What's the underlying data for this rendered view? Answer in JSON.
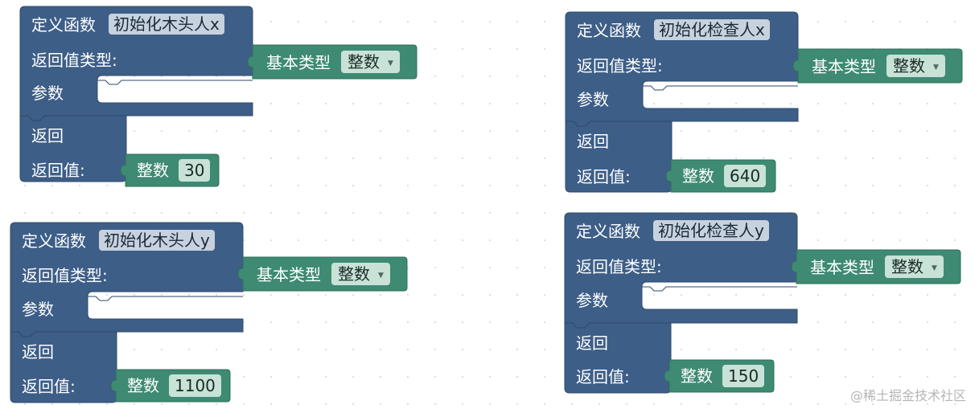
{
  "labels": {
    "define": "定义函数",
    "return_type": "返回值类型:",
    "params": "参数",
    "return_stmt": "返回",
    "return_value": "返回值:",
    "base_type": "基本类型",
    "integer": "整数"
  },
  "functions": [
    {
      "name": "初始化木头人x",
      "type_value": "整数",
      "return_number": "30"
    },
    {
      "name": "初始化木头人y",
      "type_value": "整数",
      "return_number": "1100"
    },
    {
      "name": "初始化检查人x",
      "type_value": "整数",
      "return_number": "640"
    },
    {
      "name": "初始化检查人y",
      "type_value": "整数",
      "return_number": "150"
    }
  ],
  "colors": {
    "function_block": "#3d5e87",
    "function_block_border": "#2e4a6c",
    "type_block": "#3e8a72",
    "field_bg": "#c8e2d8",
    "name_field_bg": "#c7d2de"
  },
  "watermark": "@稀土掘金技术社区"
}
